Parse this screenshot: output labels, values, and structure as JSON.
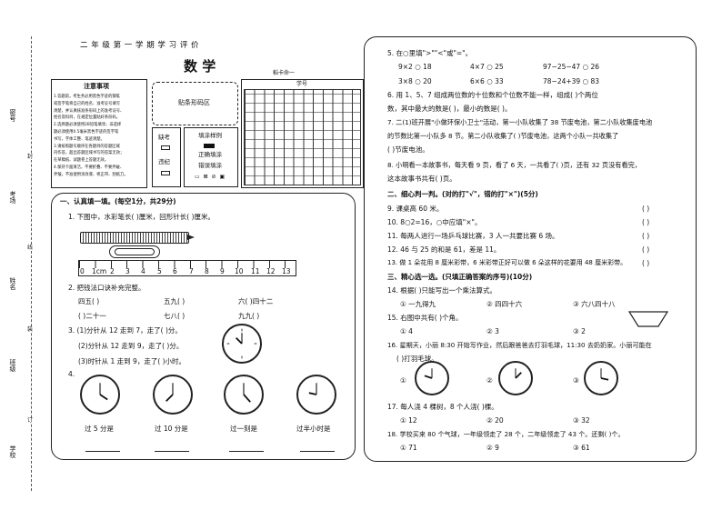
{
  "side": {
    "labels": [
      "密号",
      "考场",
      "姓名",
      "班级",
      "学校"
    ],
    "marks": [
      "封",
      "线",
      "装",
      "订"
    ]
  },
  "header": {
    "title": "二 年 级 第 一 学 期 学 习 评 价",
    "subject": "数 学",
    "paper_code": "稻卡命一",
    "notice_title": "注意事项",
    "notice_lines": [
      "1.答题前，考生务必用黑色字迹的钢笔",
      "或签字笔将自己的姓名、准考证号填写",
      "清楚，并认真核准条形码上的准考证号、",
      "姓名及科目，在规定位置贴好条形码。",
      "2.选择题必须使用2B铅笔填涂；非选择",
      "题必须使用0.5毫米黑色字迹的签字笔",
      "书写，字体工整、笔迹清楚。",
      "3.请按照题号顺序在各题目的答题区域",
      "内作答，超出答题区域书写的答案无效；",
      "在草稿纸、试题卷上答题无效。",
      "4.保持卡面清洁，不要折叠、不要弄破、",
      "弄皱，不准使用涂改液、修正带、刮纸刀。"
    ],
    "barcode_label": "贴条形码区",
    "absent": "缺考",
    "violation": "违纪",
    "fill_example": "填涂样例",
    "correct_fill": "正确填涂",
    "wrong_fill": "错误填涂",
    "exam_no": "学号"
  },
  "left": {
    "section1": "一、认真填一填。(每空1分，共29分)",
    "q1": "1. 下图中，水彩笔长(         )厘米，回形针长(         )厘米。",
    "ruler_labels": [
      "0",
      "1cm",
      "2",
      "3",
      "4",
      "5",
      "6",
      "7",
      "8",
      "9",
      "10",
      "11",
      "12",
      "13"
    ],
    "q2": "2. 把钱法口诀补充完整。",
    "q2_items": [
      "四五(          )",
      "五九(          )",
      "六(          )四十二",
      "(          )二十一",
      "七八(          )",
      "九九(          )"
    ],
    "q3a": "3. (1)分针从 12 走到 7，走了(          )分。",
    "q3b": "(2)分针从 12 走到 9，走了(          )分。",
    "q3c": "(3)时针从 1 走到 9，走了(          )小时。",
    "q4": "4.",
    "clock_captions": [
      "过 5 分是",
      "过 10 分是",
      "过一刻是",
      "过半小时是"
    ]
  },
  "right": {
    "q5": "5. 在○里填\">\"\"<\"或\"=\"。",
    "q5_items": [
      "9×2 ○ 18",
      "4×7 ○ 25",
      "97−25−47 ○ 26",
      "3×8 ○ 20",
      "6×6 ○ 33",
      "78−24+39 ○ 83"
    ],
    "q6a": "6. 用 1、5、7 组成两位数的十位数和个位数不能一样，组成(          )个两位",
    "q6b": "数，其中最大的数是(          )，最小的数是(          )。",
    "q7a": "7. 二(1)班开展\"小做环保小卫士\"活动，第一小队收集了 38 节废电池，第二小队收集废电池",
    "q7b": "的节数比第一小队多 8 节。第二小队收集了(          )节废电池，这两个小队一共收集了",
    "q7c": "(          )节废电池。",
    "q8a": "8. 小明看一本故事书，每天看 9 页，看了 6 天，一共看了(          )页，还有 32 页没有看完，",
    "q8b": "这本故事书共有(          )页。",
    "section2": "二、细心判一判。(对的打\"√\"，错的打\"×\")(5分)",
    "judge": [
      "9. 课桌高 60 米。",
      "10. 8○2=16，○中应填\"×\"。",
      "11. 每两人进行一场乒乓球比赛，3 人一共要比赛 6 场。",
      "12. 46 与 25 的和是 61，差是 11。",
      "13. 做 1 朵花用 8 厘米彩带，6 米彩带正好可以做 6 朵这样的花要用 48 厘米彩带。"
    ],
    "judge_blank": "(          )",
    "section3": "三、精心选一选。(只填正确答案的序号)(10分)",
    "q14": "14. 根据(          )只能写出一个乘法算式。",
    "q14_opts": [
      "① 一九得九",
      "② 四四十六",
      "③ 六八四十八"
    ],
    "q15": "15. 右图中共有(          )个角。",
    "q15_opts": [
      "① 4",
      "② 3",
      "③ 2"
    ],
    "q16a": "16. 星期天，小丽 8:30 开始写作业，然后跟爸爸去打羽毛球，11:30 去奶奶家。小丽可能在",
    "q16b": "(          )打羽毛球。",
    "q16_opts": [
      "①",
      "②",
      "③"
    ],
    "q17": "17. 每人浇 4 棵树，8 个人浇(          )棵。",
    "q17_opts": [
      "① 12",
      "② 20",
      "③ 32"
    ],
    "q18": "18. 学校买来 80 个气球，一年级领走了 28 个，二年级领走了 43 个。还剩(          )个。",
    "q18_opts": [
      "① 71",
      "② 9",
      "③ 61"
    ]
  }
}
